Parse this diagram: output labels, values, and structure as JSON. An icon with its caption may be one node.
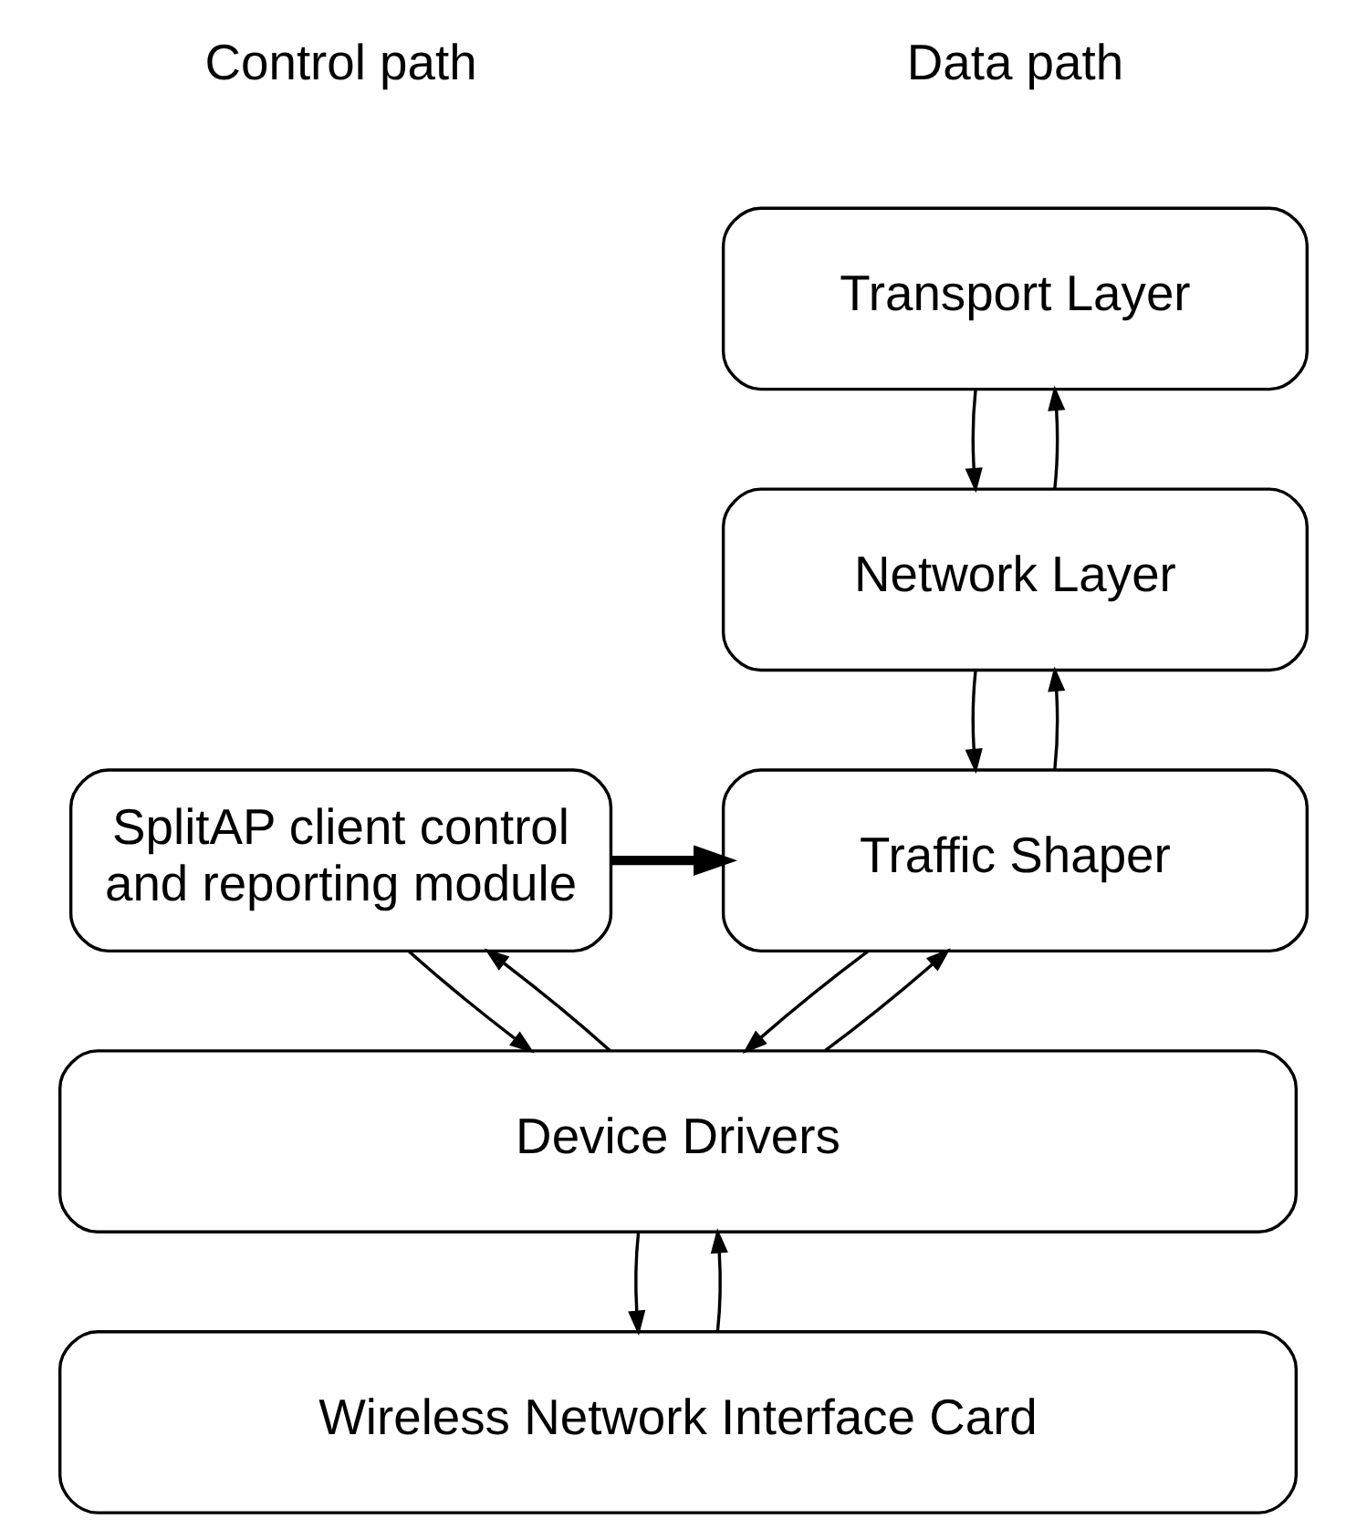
{
  "diagram": {
    "nodes": [
      {
        "text": [
          "Transport Layer"
        ]
      },
      {
        "text": [
          "Network Layer"
        ]
      },
      {
        "text": [
          "Traffic Shaper"
        ]
      },
      {
        "text": [
          "SplitAP client control and reporting module"
        ]
      },
      {
        "text": [
          "Device Drivers"
        ]
      },
      {
        "text": [
          "Wireless Network Interface Card"
        ]
      }
    ],
    "edges": [
      {
        "from": 0,
        "to": 1,
        "arrow": "to"
      },
      {
        "from": 1,
        "to": 0,
        "arrow": "to"
      },
      {
        "from": 1,
        "to": 2,
        "arrow": "to"
      },
      {
        "from": 2,
        "to": 1,
        "arrow": "to"
      },
      {
        "from": 3,
        "to": 2,
        "arrow": "to",
        "style": "thick"
      },
      {
        "from": 2,
        "to": 4,
        "arrow": "to"
      },
      {
        "from": 4,
        "to": 2,
        "arrow": "to"
      },
      {
        "from": 3,
        "to": 4,
        "arrow": "to"
      },
      {
        "from": 4,
        "to": 3,
        "arrow": "to"
      },
      {
        "from": 4,
        "to": 5,
        "arrow": "to"
      },
      {
        "from": 5,
        "to": 4,
        "arrow": "to"
      }
    ],
    "labels": [
      "Data path",
      "Control path"
    ]
  }
}
